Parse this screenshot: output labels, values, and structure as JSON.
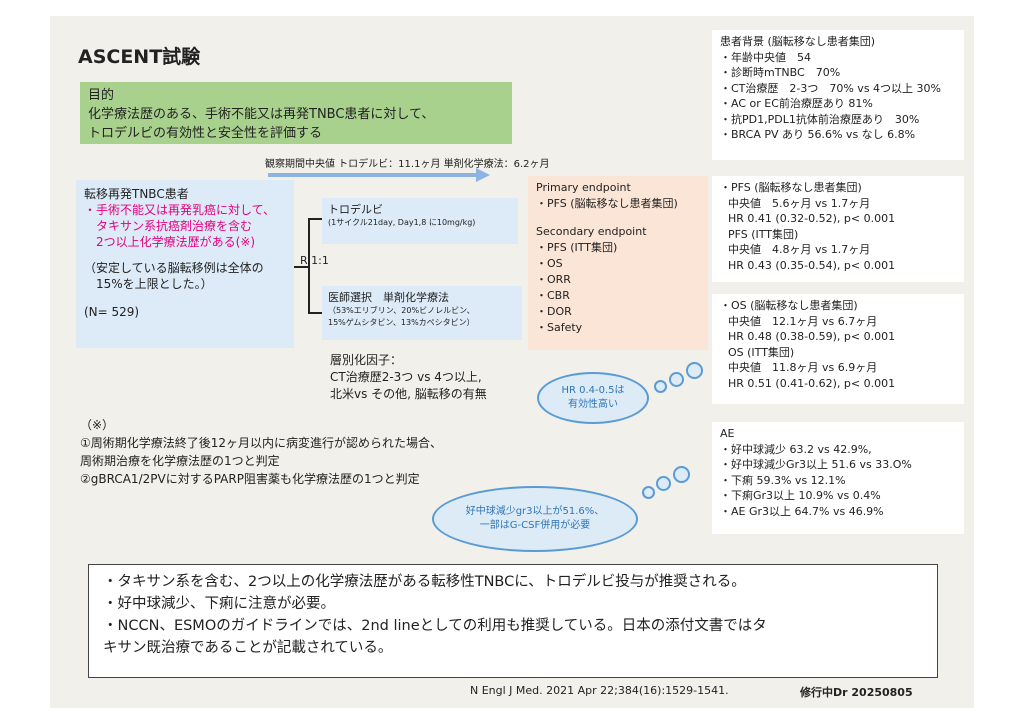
{
  "title": "ASCENT試験",
  "objective": {
    "heading": "目的",
    "lines": [
      "化学療法歴のある、手術不能又は再発TNBC患者に対して、",
      "トロデルビの有効性と安全性を評価する"
    ]
  },
  "observation": "観察期間中央値 トロデルビ：11.1ヶ月 単剤化学療法：6.2ヶ月",
  "patients": {
    "heading": "転移再発TNBC患者",
    "criteria": [
      "・手術不能又は再発乳癌に対して、",
      "　タキサン系抗癌剤治療を含む",
      "　2つ以上化学療法歴がある(※)"
    ],
    "note": [
      "（安定している脳転移例は全体の",
      "　15%を上限とした。）"
    ],
    "n": "(N= 529)"
  },
  "randomization": "R  1:1",
  "arms": [
    {
      "name": "トロデルビ",
      "detail": "(1サイクル21day, Day1,8 に10mg/kg)"
    },
    {
      "name": "医師選択　単剤化学療法",
      "detail": "（53%エリブリン、20%ビノレルビン、\n15%ゲムシタビン、13%カペシタビン）"
    }
  ],
  "endpoints": {
    "primary_heading": "Primary endpoint",
    "primary": [
      "・PFS (脳転移なし患者集団)"
    ],
    "secondary_heading": "Secondary endpoint",
    "secondary": [
      "・PFS (ITT集団)",
      "・OS",
      "・ORR",
      "・CBR",
      "・DOR",
      "・Safety"
    ]
  },
  "stratification": [
    "層別化因子：",
    "CT治療歴2-3つ vs 4つ以上,",
    "北米vs その他, 脳転移の有無"
  ],
  "cloud1": [
    "HR 0.4-0.5は",
    "有効性高い"
  ],
  "cloud2": [
    "好中球減少gr3以上が51.6%、",
    "一部はG-CSF併用が必要"
  ],
  "footnote": [
    "（※）",
    "①周術期化学療法終了後12ヶ月以内に病変進行が認められた場合、",
    "周術期治療を化学療法歴の1つと判定",
    "②gBRCA1/2PVに対するPARP阻害薬も化学療法歴の1つと判定"
  ],
  "background": {
    "heading": "患者背景 (脳転移なし患者集団)",
    "items": [
      "・年齢中央値　54",
      "・診断時mTNBC　70%",
      "・CT治療歴　2-3つ　70% vs 4つ以上 30%",
      "・AC or EC前治療歴あり 81%",
      "・抗PD1,PDL1抗体前治療歴あり　30%",
      "・BRCA PV あり 56.6% vs なし 6.8%"
    ]
  },
  "pfs": {
    "lines": [
      "・PFS (脳転移なし患者集団)",
      "中央値　5.6ヶ月 vs 1.7ヶ月",
      "HR 0.41 (0.32-0.52), p< 0.001",
      "PFS (ITT集団)",
      "中央値　4.8ヶ月 vs 1.7ヶ月",
      "HR 0.43 (0.35-0.54), p< 0.001"
    ]
  },
  "os": {
    "lines": [
      "・OS (脳転移なし患者集団)",
      "中央値　12.1ヶ月 vs 6.7ヶ月",
      "HR 0.48 (0.38-0.59), p< 0.001",
      "OS (ITT集団)",
      "中央値　11.8ヶ月 vs 6.9ヶ月",
      "HR 0.51 (0.41-0.62), p< 0.001"
    ]
  },
  "ae": {
    "heading": "AE",
    "items": [
      "・好中球減少 63.2 vs 42.9%,",
      "・好中球減少Gr3以上 51.6 vs 33.O%",
      "・下痢 59.3% vs 12.1%",
      "・下痢Gr3以上 10.9% vs 0.4%",
      "・AE Gr3以上 64.7% vs 46.9%"
    ]
  },
  "summary": [
    "・タキサン系を含む、2つ以上の化学療法歴がある転移性TNBCに、トロデルビ投与が推奨される。",
    "・好中球減少、下痢に注意が必要。",
    "・NCCN、ESMOのガイドラインでは、2nd lineとしての利用も推奨している。日本の添付文書ではタ",
    "キサン既治療であることが記載されている。"
  ],
  "citation": "N Engl J Med. 2021 Apr 22;384(16):1529-1541.",
  "author": "修行中Dr 20250805"
}
